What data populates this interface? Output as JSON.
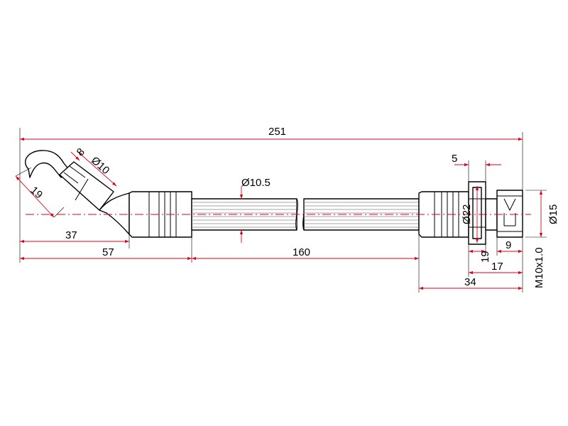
{
  "drawing": {
    "dimensions": {
      "overall_length": "251",
      "elbow_width": "8",
      "elbow_diameter": "Ø10",
      "elbow_offset": "19",
      "bend_length": "37",
      "fitting_length": "57",
      "hose_diameter": "Ø10.5",
      "hose_length": "160",
      "flange_thickness": "5",
      "flange_diameter": "Ø22",
      "nut_diameter": "Ø15",
      "nut_length": "9",
      "flange_width": "19",
      "end_length": "17",
      "end_fitting_length": "34",
      "thread": "M10x1.0"
    }
  }
}
